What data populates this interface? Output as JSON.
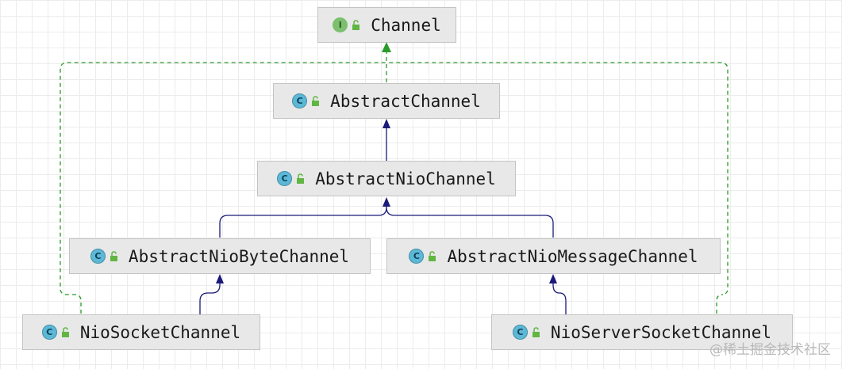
{
  "nodes": {
    "channel": {
      "label": "Channel",
      "kind": "interface"
    },
    "abstract_channel": {
      "label": "AbstractChannel",
      "kind": "class"
    },
    "abstract_nio_channel": {
      "label": "AbstractNioChannel",
      "kind": "class"
    },
    "abstract_nio_byte_channel": {
      "label": "AbstractNioByteChannel",
      "kind": "class"
    },
    "abstract_nio_message_channel": {
      "label": "AbstractNioMessageChannel",
      "kind": "class"
    },
    "nio_socket_channel": {
      "label": "NioSocketChannel",
      "kind": "class"
    },
    "nio_server_socket_channel": {
      "label": "NioServerSocketChannel",
      "kind": "class"
    }
  },
  "badges": {
    "interface": "I",
    "class": "C"
  },
  "colors": {
    "extends_edge": "#1a1a7a",
    "implements_edge": "#2a9a2a",
    "interface_badge": "#7cc06f",
    "class_badge": "#5cb8d6",
    "lock_icon": "#62b543"
  },
  "watermark": "@稀土掘金技术社区"
}
